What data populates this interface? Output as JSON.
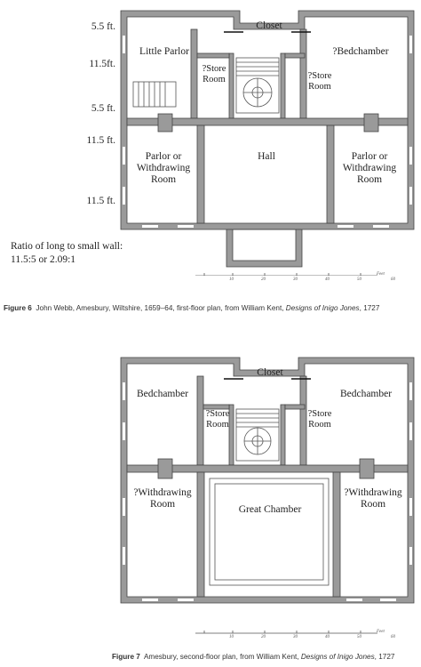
{
  "figure6": {
    "dimensions": [
      "5.5 ft.",
      "11.5ft.",
      "5.5 ft.",
      "11.5 ft.",
      "11.5 ft."
    ],
    "rooms": {
      "closet": "Closet",
      "little_parlor": "Little Parlor",
      "bedchamber": "?Bedchamber",
      "store_room_left": "?Store\nRoom",
      "store_room_right": "?Store\nRoom",
      "parlor_left": "Parlor or\nWithdrawing\nRoom",
      "hall": "Hall",
      "parlor_right": "Parlor or\nWithdrawing\nRoom"
    },
    "ratio_text": [
      "Ratio of long to small wall:",
      "11.5:5 or 2.09:1"
    ],
    "scale_ticks": [
      "10",
      "20",
      "30",
      "40",
      "50",
      "60"
    ],
    "scale_unit": "Feet",
    "caption": {
      "label": "Figure 6",
      "text": "John Webb, Amesbury, Wiltshire, 1659–64, first-floor plan, from William Kent,",
      "italic": "Designs of Inigo Jones",
      "year": ", 1727"
    }
  },
  "figure7": {
    "rooms": {
      "closet": "Closet",
      "bedchamber_left": "Bedchamber",
      "bedchamber_right": "Bedchamber",
      "store_room_left": "?Store\nRoom",
      "store_room_right": "?Store\nRoom",
      "withdrawing_left": "?Withdrawing\nRoom",
      "great_chamber": "Great Chamber",
      "withdrawing_right": "?Withdrawing\nRoom"
    },
    "scale_ticks": [
      "10",
      "20",
      "30",
      "40",
      "50",
      "60"
    ],
    "scale_unit": "Feet",
    "caption": {
      "label": "Figure 7",
      "text": "Amesbury, second-floor plan, from William Kent,",
      "italic": "Designs of Inigo Jones",
      "year": ", 1727"
    }
  }
}
